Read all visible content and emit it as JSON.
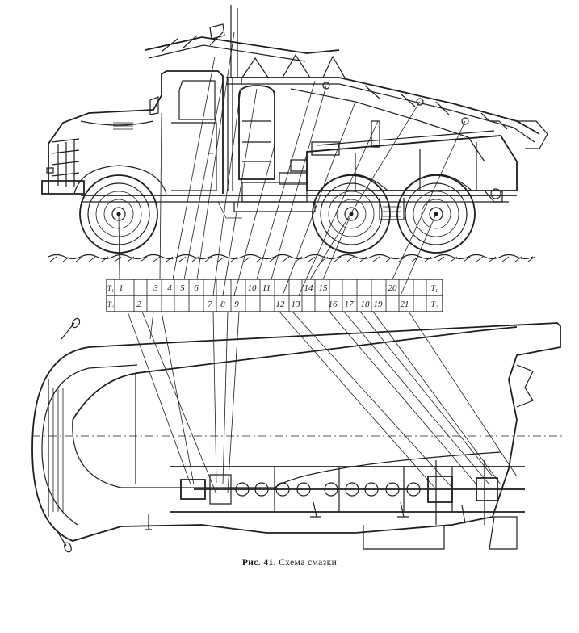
{
  "figure": {
    "label": "Рис. 41.",
    "title": "Схема смазки"
  },
  "table": {
    "row_codes": {
      "top": "Т₁",
      "bottom": "Т₂"
    },
    "top_row": [
      "1",
      "3",
      "4",
      "5",
      "6",
      "10",
      "11",
      "14",
      "15",
      "20"
    ],
    "bottom_row": [
      "2",
      "7",
      "8",
      "9",
      "12",
      "13",
      "16",
      "17",
      "18",
      "19",
      "21"
    ]
  }
}
